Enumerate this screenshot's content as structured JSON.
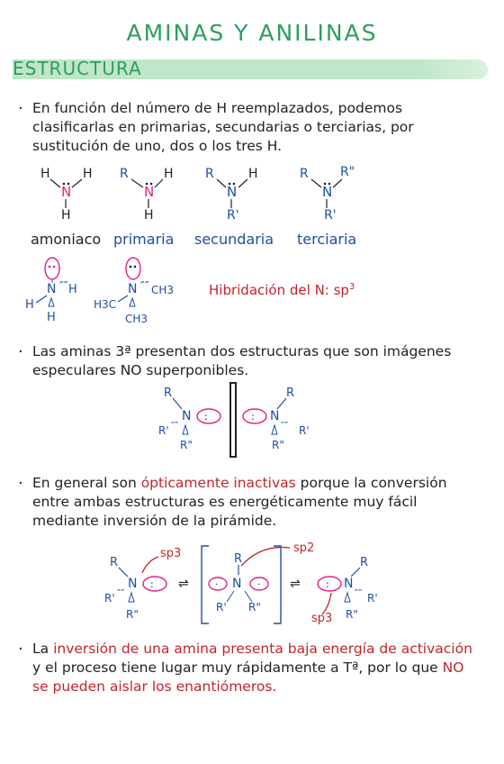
{
  "title": "AMINAS Y ANILINAS",
  "section": "ESTRUCTURA",
  "p1": "En función del número de H reemplazados, podemos clasificarlas en primarias, secundarias o terciarias, por sustitución de uno, dos o los tres H.",
  "labels": {
    "amoniaco": "amoniaco",
    "primaria": "primaria",
    "secundaria": "secundaria",
    "terciaria": "terciaria"
  },
  "hib": "Hibridación del N: sp",
  "hib_sup": "3",
  "p2": "Las aminas 3ª presentan dos estructuras que son imágenes especulares NO superponibles.",
  "p3_a": "En general son ",
  "p3_red": "ópticamente inactivas",
  "p3_b": " porque la conversión entre ambas estructuras es energéticamente muy fácil mediante inversión de la pirámide.",
  "p4_a": "La ",
  "p4_red": "inversión de una amina presenta baja energía de activación",
  "p4_b": " y el proceso tiene lugar muy rápidamente a Tª, por lo que ",
  "p4_red2": "NO se pueden aislar los enantiómeros.",
  "atoms": {
    "N": "N",
    "H": "H",
    "R": "R",
    "R1": "R'",
    "R2": "R\"",
    "CH3": "CH3",
    "H3C": "H3C"
  },
  "sp3": "sp3",
  "sp2": "sp2",
  "colors": {
    "green": "#2e9e5b",
    "blue": "#1f4fa0",
    "pink": "#e0218a",
    "red": "#c0262d"
  }
}
